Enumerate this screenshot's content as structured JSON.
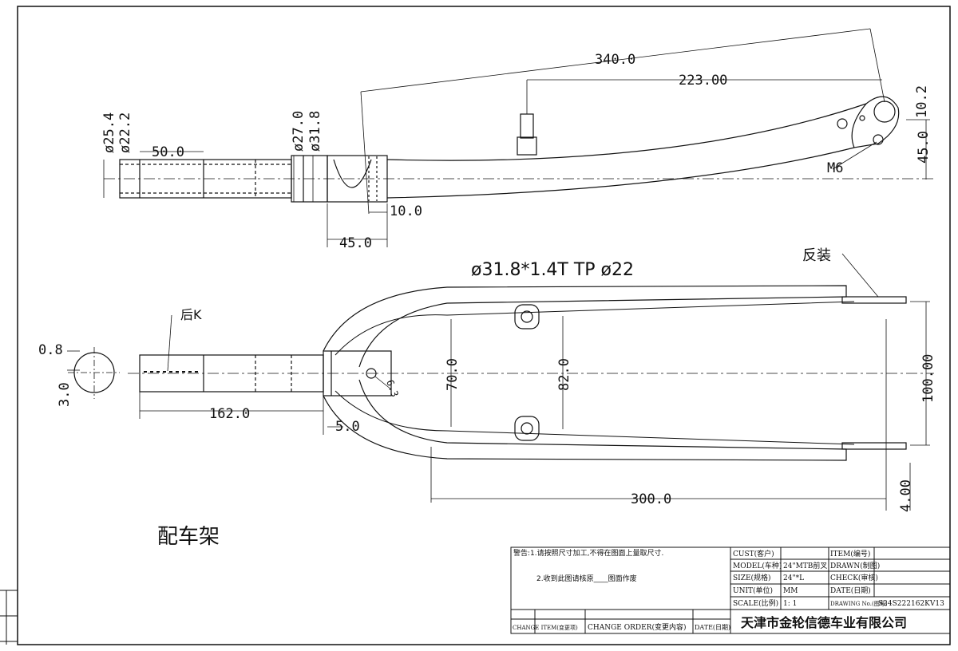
{
  "top_view": {
    "dims": {
      "d_outer": "ø25.4",
      "d_inner": "ø22.2",
      "len_50": "50.0",
      "d_27": "ø27.0",
      "d_31_8": "ø31.8",
      "len_340": "340.0",
      "len_223": "223.00",
      "len_10_2": "10.2",
      "len_45_right": "45.0",
      "len_10": "10.0",
      "len_45": "45.0",
      "m6": "M6"
    }
  },
  "bottom_view": {
    "tube_spec": "ø31.8*1.4T TP ø22",
    "label_reverse": "反装",
    "label_hou_k": "后K",
    "dims": {
      "d_0_8": "0.8",
      "d_3_0": "3.0",
      "len_162": "162.0",
      "len_5": "5.0",
      "d_6_3": "6.3",
      "len_70": "70.0",
      "len_82": "82.0",
      "len_100": "100.00",
      "len_300": "300.0",
      "len_4": "4.00"
    }
  },
  "part_title": "配车架",
  "title_block": {
    "note_line1": "警告:1.请按照尺寸加工,不得在图面上量取尺寸.",
    "note_line2": "2.收到此图请核原____图面作废",
    "cust": "CUST(客户)",
    "model": "MODEL(车种)",
    "model_value": "24\"MTB前叉",
    "size": "SIZE(规格)",
    "size_value": "24\"*L",
    "unit": "UNIT(单位)",
    "unit_value": "MM",
    "scale": "SCALE(比例)",
    "scale_value": "1: 1",
    "item": "ITEM(编号)",
    "drawn": "DRAWN(制图)",
    "check": "CHECK(审核)",
    "date": "DATE(日期)",
    "drawing_no": "DRAWING No.(图号)",
    "drawing_no_value": "S24S222162KV13",
    "change_no": "CHANGE ITEM(变更项)",
    "change_order": "CHANGE ORDER(变更内容)",
    "date_label": "DATE(日期)",
    "company": "天津市金轮信德车业有限公司"
  }
}
